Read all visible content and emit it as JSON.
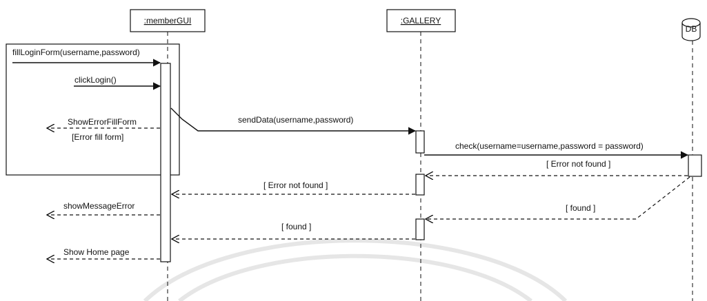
{
  "diagram": {
    "lifelines": {
      "member_gui": ":memberGUI",
      "gallery": ":GALLERY",
      "db": "DB"
    },
    "messages": {
      "fill_login_form": "fillLoginForm(username,password)",
      "click_login": "clickLogin()",
      "show_error_fill_form": "ShowErrorFillForm",
      "error_fill_form": "[Error fill form]",
      "send_data": "sendData(username,password)",
      "check": "check(username=username,password = password)",
      "error_not_found_db": "[ Error not found ]",
      "error_not_found_gallery": "[ Error not found ]",
      "show_message_error": "showMessageError",
      "found_db": "[ found ]",
      "found_gallery": "[ found ]",
      "show_home_page": "Show Home page"
    }
  }
}
